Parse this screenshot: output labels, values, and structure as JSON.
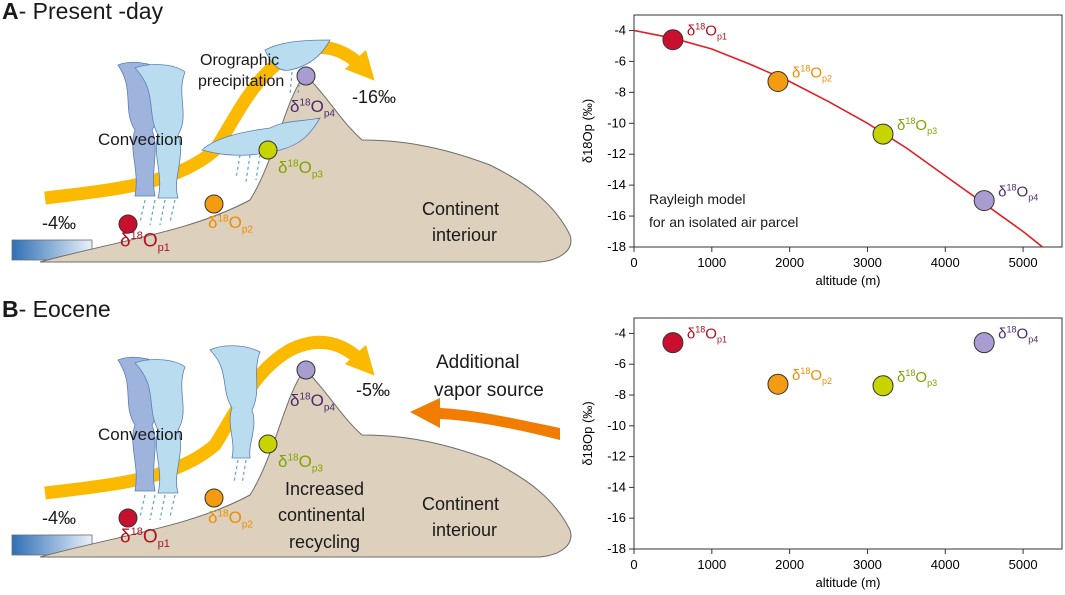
{
  "panels": [
    {
      "id": "A",
      "letter": "A",
      "title": "- Present -day",
      "labels": {
        "convection": "Convection",
        "orographic": "Orographic",
        "precipitation": "precipitation",
        "sea_value": "-4‰",
        "summit_value": "-16‰",
        "interior_1": "Continent",
        "interior_2": "interiour"
      },
      "chart_note": [
        "Rayleigh model",
        "for an isolated air parcel"
      ]
    },
    {
      "id": "B",
      "letter": "B",
      "title": "- Eocene",
      "labels": {
        "convection": "Convection",
        "sea_value": "-4‰",
        "summit_value": "-5‰",
        "vapor_1": "Additional",
        "vapor_2": "vapor source",
        "recycling_1": "Increased",
        "recycling_2": "continental",
        "recycling_3": "recycling",
        "interior_1": "Continent",
        "interior_2": "interiour"
      }
    }
  ],
  "symbol": {
    "delta": "δ",
    "mass": "18",
    "element": "O"
  },
  "chart_data": [
    {
      "type": "scatter",
      "panel": "A",
      "xlabel": "altitude (m)",
      "ylabel": "δ18Op (‰)",
      "xlim": [
        0,
        5500
      ],
      "ylim": [
        -18,
        -3
      ],
      "xticks": [
        0,
        1000,
        2000,
        3000,
        4000,
        5000
      ],
      "yticks": [
        -4,
        -6,
        -8,
        -10,
        -12,
        -14,
        -16,
        -18
      ],
      "points": [
        {
          "label": "p1",
          "x": 500,
          "y": -4.6,
          "color": "#c8102e"
        },
        {
          "label": "p2",
          "x": 1850,
          "y": -7.3,
          "color": "#f39c12"
        },
        {
          "label": "p3",
          "x": 3200,
          "y": -10.7,
          "color": "#c8d400"
        },
        {
          "label": "p4",
          "x": 4500,
          "y": -15.0,
          "color": "#a89cd0"
        }
      ],
      "curve": {
        "color": "#e31e24",
        "x": [
          0,
          500,
          1000,
          1500,
          2000,
          2500,
          3000,
          3500,
          4000,
          4500,
          5000,
          5250
        ],
        "y": [
          -4.0,
          -4.5,
          -5.2,
          -6.2,
          -7.3,
          -8.6,
          -10.0,
          -11.6,
          -13.4,
          -15.2,
          -17.0,
          -18.0
        ]
      }
    },
    {
      "type": "scatter",
      "panel": "B",
      "xlabel": "altitude (m)",
      "ylabel": "δ18Op (‰)",
      "xlim": [
        0,
        5500
      ],
      "ylim": [
        -18,
        -3
      ],
      "xticks": [
        0,
        1000,
        2000,
        3000,
        4000,
        5000
      ],
      "yticks": [
        -4,
        -6,
        -8,
        -10,
        -12,
        -14,
        -16,
        -18
      ],
      "points": [
        {
          "label": "p1",
          "x": 500,
          "y": -4.6,
          "color": "#c8102e"
        },
        {
          "label": "p2",
          "x": 1850,
          "y": -7.3,
          "color": "#f39c12"
        },
        {
          "label": "p3",
          "x": 3200,
          "y": -7.4,
          "color": "#c8d400"
        },
        {
          "label": "p4",
          "x": 4500,
          "y": -4.6,
          "color": "#a89cd0"
        }
      ]
    }
  ],
  "colors": {
    "land": "#ddd0bc",
    "land_stroke": "#6d6d6d",
    "ocean": "#2f6fb5",
    "moisture_arrow": "#fbb900",
    "vapor_arrow": "#f07d00",
    "cloud_light": "#b9dcef",
    "cloud_dark": "#9fb4dd",
    "rain": "#5aa7c8",
    "p1_text": "#b0101f",
    "p2_text": "#f08c00",
    "p3_text": "#7fa400",
    "p4_text": "#4b2c6b"
  }
}
